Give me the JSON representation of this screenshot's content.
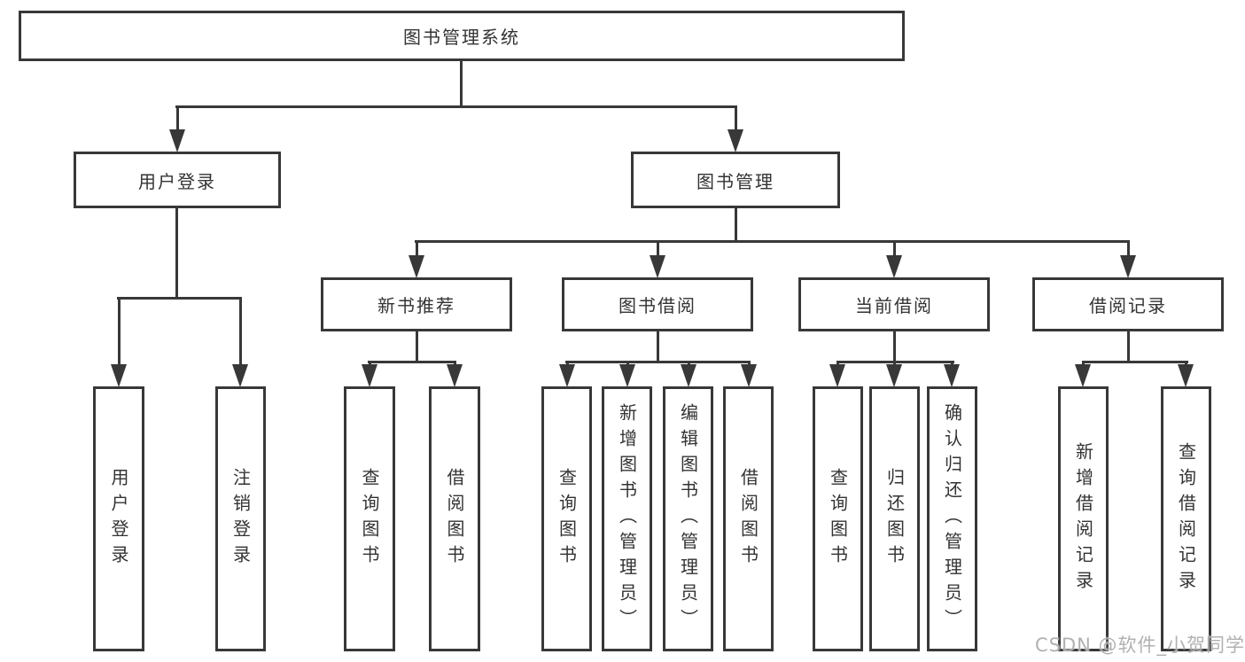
{
  "diagram_title": "图书管理系统",
  "tree": {
    "label": "图书管理系统",
    "children": [
      {
        "label": "用户登录",
        "children": [
          {
            "label": "用户登录"
          },
          {
            "label": "注销登录"
          }
        ]
      },
      {
        "label": "图书管理",
        "children": [
          {
            "label": "新书推荐",
            "children": [
              {
                "label": "查询图书"
              },
              {
                "label": "借阅图书"
              }
            ]
          },
          {
            "label": "图书借阅",
            "children": [
              {
                "label": "查询图书"
              },
              {
                "label": "新增图书（管理员）"
              },
              {
                "label": "编辑图书（管理员）"
              },
              {
                "label": "借阅图书"
              }
            ]
          },
          {
            "label": "当前借阅",
            "children": [
              {
                "label": "查询图书"
              },
              {
                "label": "归还图书"
              },
              {
                "label": "确认归还（管理员）"
              }
            ]
          },
          {
            "label": "借阅记录",
            "children": [
              {
                "label": "新增借阅记录"
              },
              {
                "label": "查询借阅记录"
              }
            ]
          }
        ]
      }
    ]
  },
  "watermark": "CSDN @软件_小贺同学",
  "colors": {
    "line": "#383838",
    "text": "#333333",
    "background": "#ffffff",
    "watermark": "#a8a8a8"
  }
}
